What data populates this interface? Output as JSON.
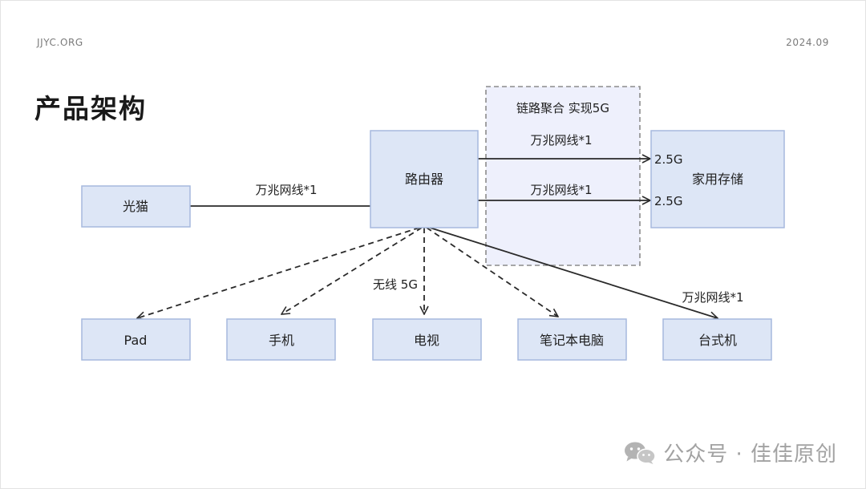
{
  "header": {
    "site": "JJYC.ORG",
    "date": "2024.09"
  },
  "title": "产品架构",
  "group": {
    "label": "链路聚合 实现5G"
  },
  "nodes": {
    "modem": "光猫",
    "router": "路由器",
    "nas": "家用存储",
    "pad": "Pad",
    "phone": "手机",
    "tv": "电视",
    "laptop": "笔记本电脑",
    "desktop": "台式机"
  },
  "edges": {
    "modem_router": "万兆网线*1",
    "agg_top": "万兆网线*1",
    "agg_bottom": "万兆网线*1",
    "wireless": "无线 5G",
    "desktop": "万兆网线*1"
  },
  "ports": {
    "top": "2.5G",
    "bottom": "2.5G"
  },
  "footer": {
    "text": "公众号 · 佳佳原创",
    "icon": "wechat-icon"
  }
}
